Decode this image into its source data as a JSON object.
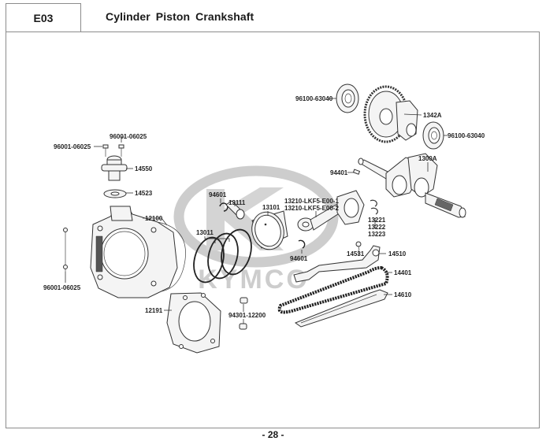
{
  "header": {
    "section_code": "E03",
    "title": "Cylinder  Piston  Crankshaft"
  },
  "footer": {
    "page_number": "- 28 -"
  },
  "watermark": {
    "brand": "KYMCO",
    "color": "#c8c8c8"
  },
  "parts": [
    {
      "id": "bearing-top",
      "label": "96100-63040"
    },
    {
      "id": "balancer",
      "label": "1342A"
    },
    {
      "id": "bearing-right",
      "label": "96100-63040"
    },
    {
      "id": "crankshaft",
      "label": "1300A"
    },
    {
      "id": "key",
      "label": "94401"
    },
    {
      "id": "bolt-tensioner-left",
      "label": "96001-06025"
    },
    {
      "id": "bolt-tensioner-right",
      "label": "96001-06025"
    },
    {
      "id": "tensioner",
      "label": "14550"
    },
    {
      "id": "tensioner-gasket",
      "label": "14523"
    },
    {
      "id": "clip-top",
      "label": "94601"
    },
    {
      "id": "piston-pin",
      "label": "13111"
    },
    {
      "id": "piston",
      "label": "13101"
    },
    {
      "id": "conrod-1",
      "label": "13210-LKF5-E00-1"
    },
    {
      "id": "conrod-2",
      "label": "13210-LKF5-E00-2"
    },
    {
      "id": "cylinder",
      "label": "12100"
    },
    {
      "id": "piston-rings",
      "label": "13011"
    },
    {
      "id": "bearing-1",
      "label": "13221"
    },
    {
      "id": "bearing-2",
      "label": "13222"
    },
    {
      "id": "bearing-3",
      "label": "13223"
    },
    {
      "id": "clip-bottom",
      "label": "94601"
    },
    {
      "id": "tensioner-bolt",
      "label": "14531"
    },
    {
      "id": "tensioner-arm",
      "label": "14510"
    },
    {
      "id": "cam-chain",
      "label": "14401"
    },
    {
      "id": "chain-guide",
      "label": "14610"
    },
    {
      "id": "cylinder-studs",
      "label": "96001-06025"
    },
    {
      "id": "cylinder-gasket",
      "label": "12191"
    },
    {
      "id": "dowel-pins",
      "label": "94301-12200"
    }
  ]
}
